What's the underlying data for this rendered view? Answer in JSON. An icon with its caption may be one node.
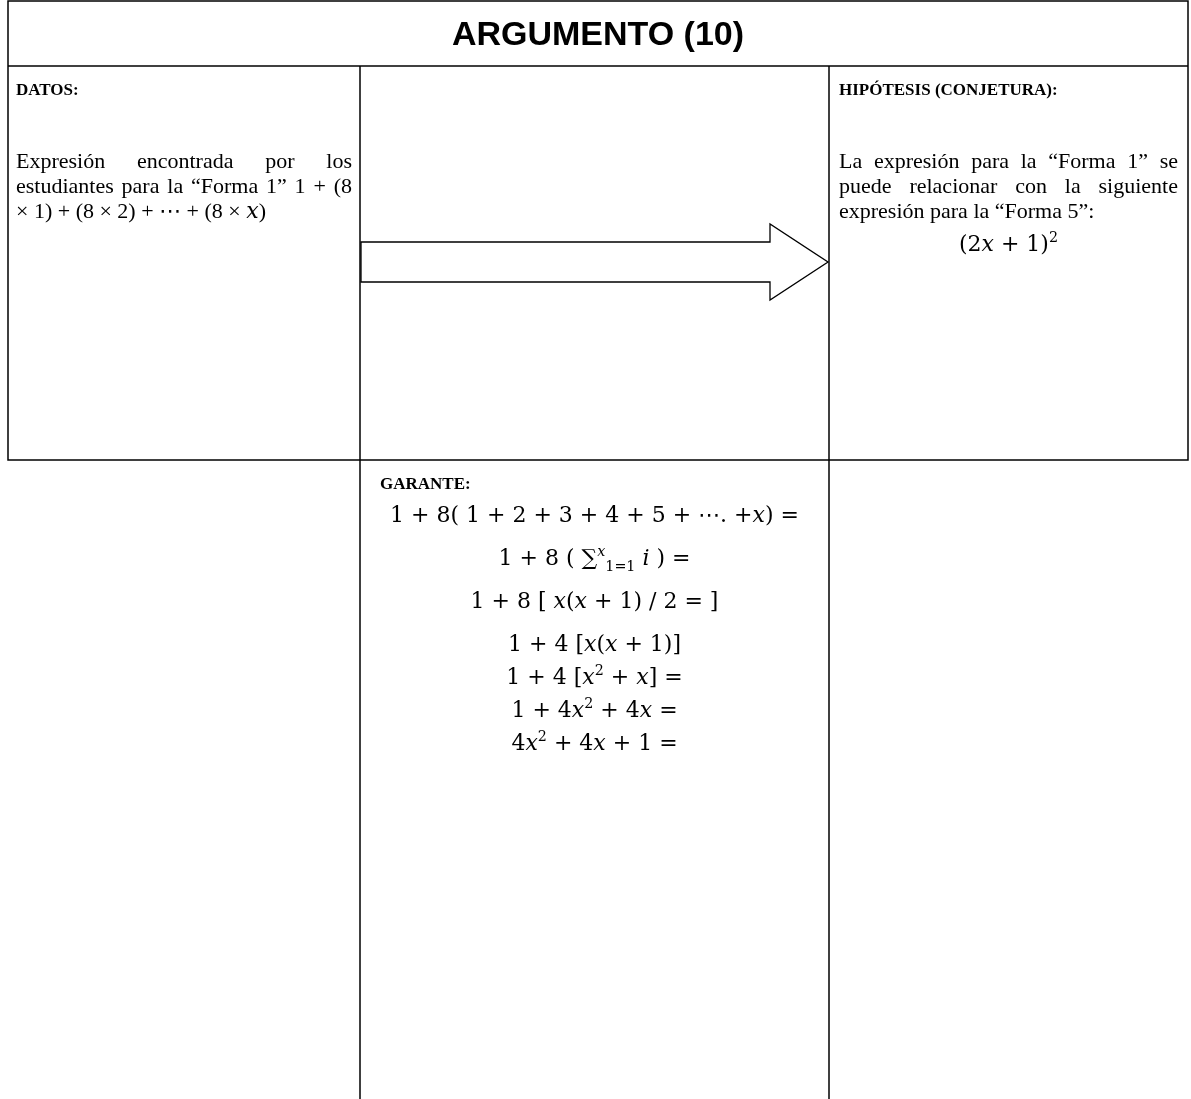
{
  "diagram": {
    "title": "ARGUMENTO (10)",
    "nodes": [
      {
        "text": [
          "DATOS:",
          "Expresión encontrada por los estudiantes para la “Forma 1” 1 + (8 × 1) + (8 × 2) + ⋯ + (8 × 𝑥)"
        ]
      },
      {
        "text": [
          "HIPÓTESIS (CONJETURA):",
          "La expresión para la “Forma 1” se puede relacionar con la siguiente expresión para la “Forma 5”:",
          "(2𝑥 + 1)$^{2}$"
        ]
      },
      {
        "text": [
          "GARANTE:",
          "1 + 8( 1 + 2 + 3 + 4 + 5 + ⋯. +𝑥) =",
          "1 + 8 ( ∑$^{𝑥}$$_{1=1}$ 𝑖 ) =",
          "1 + 8 [ 𝑥(𝑥 + 1) / 2 = ]",
          "1 + 4 [𝑥(𝑥 + 1)]",
          "1 + 4 [𝑥$^{2}$ + 𝑥] =",
          "1 + 4𝑥$^{2}$ + 4𝑥 =",
          "4𝑥$^{2}$ + 4𝑥 + 1 ="
        ]
      }
    ],
    "edges": [
      {
        "from": 0,
        "to": 1,
        "arrow": "to"
      }
    ]
  }
}
